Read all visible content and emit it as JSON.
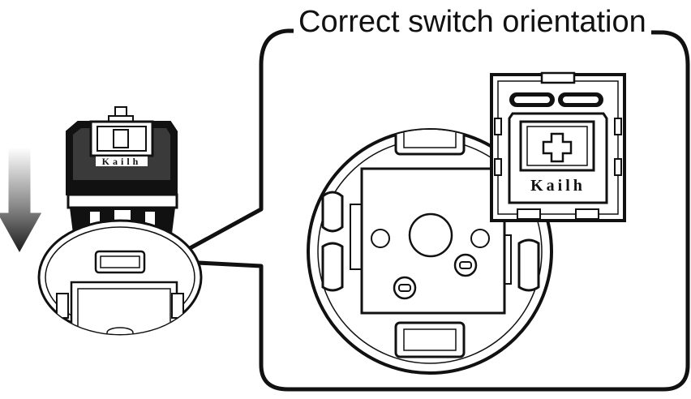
{
  "caption": "Correct switch orientation",
  "left_switch": {
    "brand": "Kailh"
  },
  "detail_switch": {
    "brand": "Kailh"
  }
}
